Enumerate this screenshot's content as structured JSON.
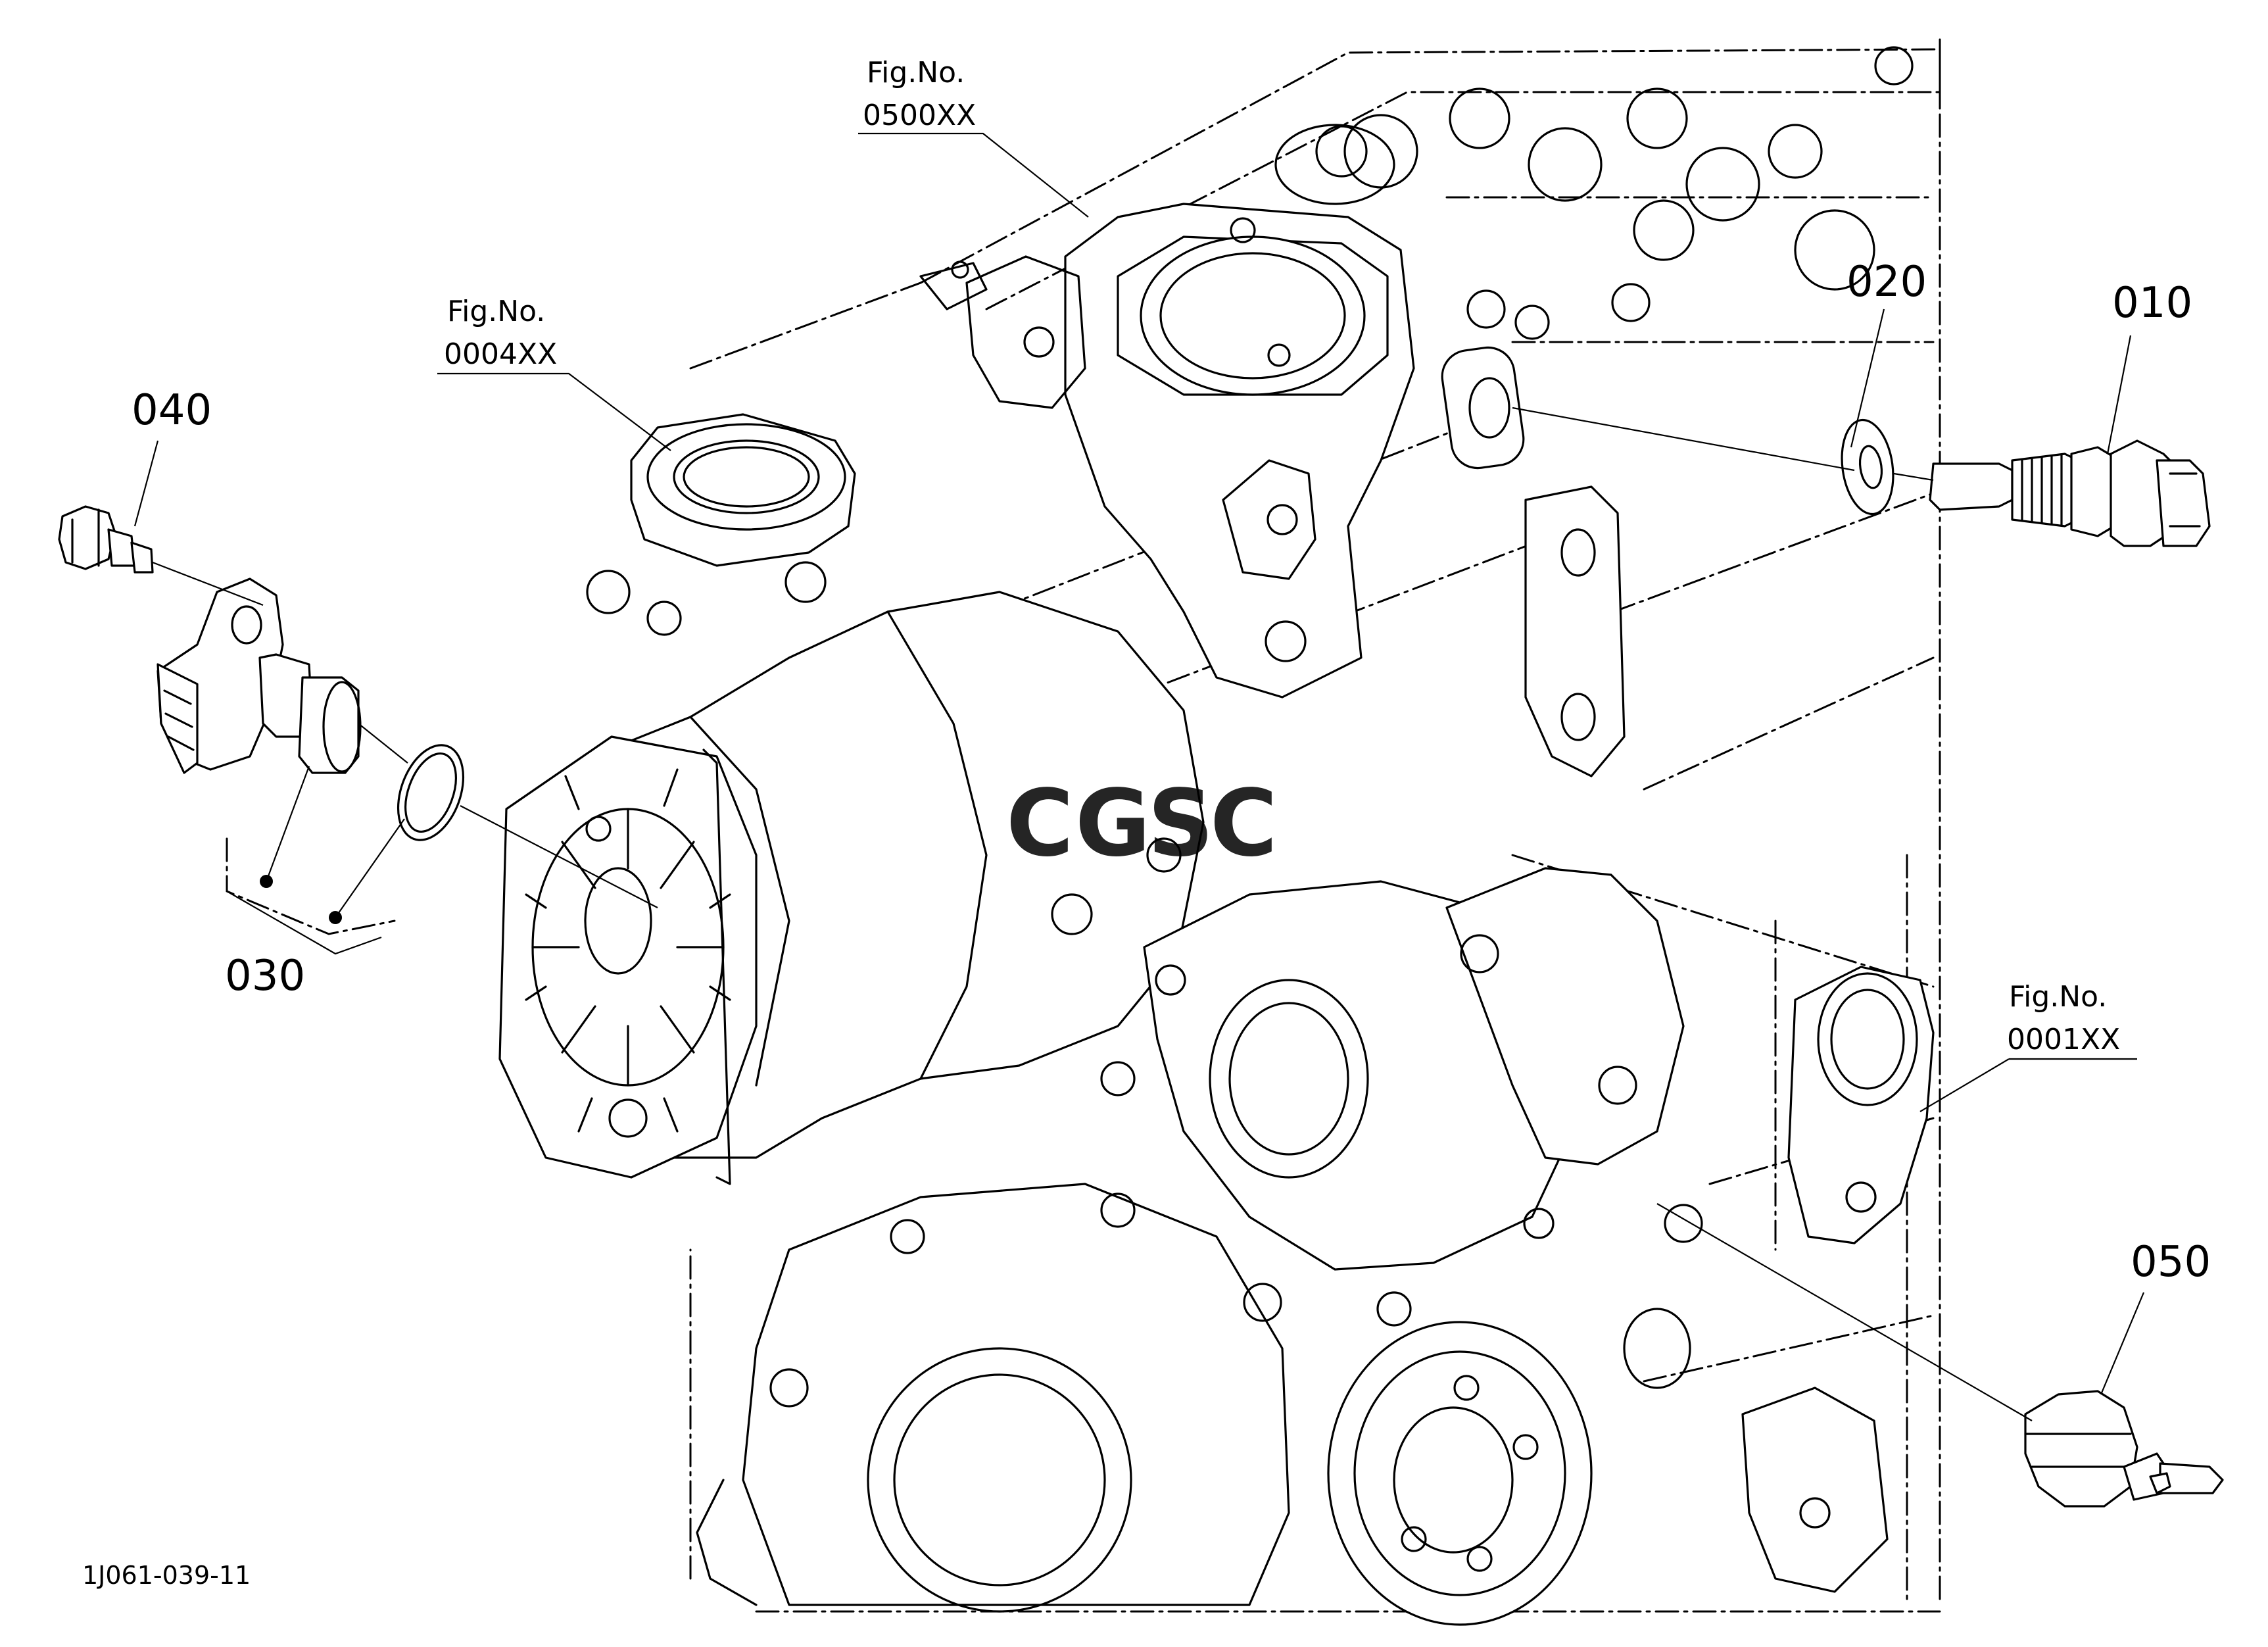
{
  "callouts": {
    "c010": "010",
    "c020": "020",
    "c030": "030",
    "c040": "040",
    "c050": "050"
  },
  "figure_refs": {
    "fig_0500": {
      "label": "Fig.No.",
      "number": "0500XX"
    },
    "fig_0004": {
      "label": "Fig.No.",
      "number": "0004XX"
    },
    "fig_0001": {
      "label": "Fig.No.",
      "number": "0001XX"
    }
  },
  "drawing_number": "1J061-039-11",
  "watermark": {
    "letters": [
      "C",
      "G",
      "S",
      "C"
    ],
    "colors": [
      "#4a86e8",
      "#e06666",
      "#f1c232",
      "#6aa84f"
    ]
  }
}
